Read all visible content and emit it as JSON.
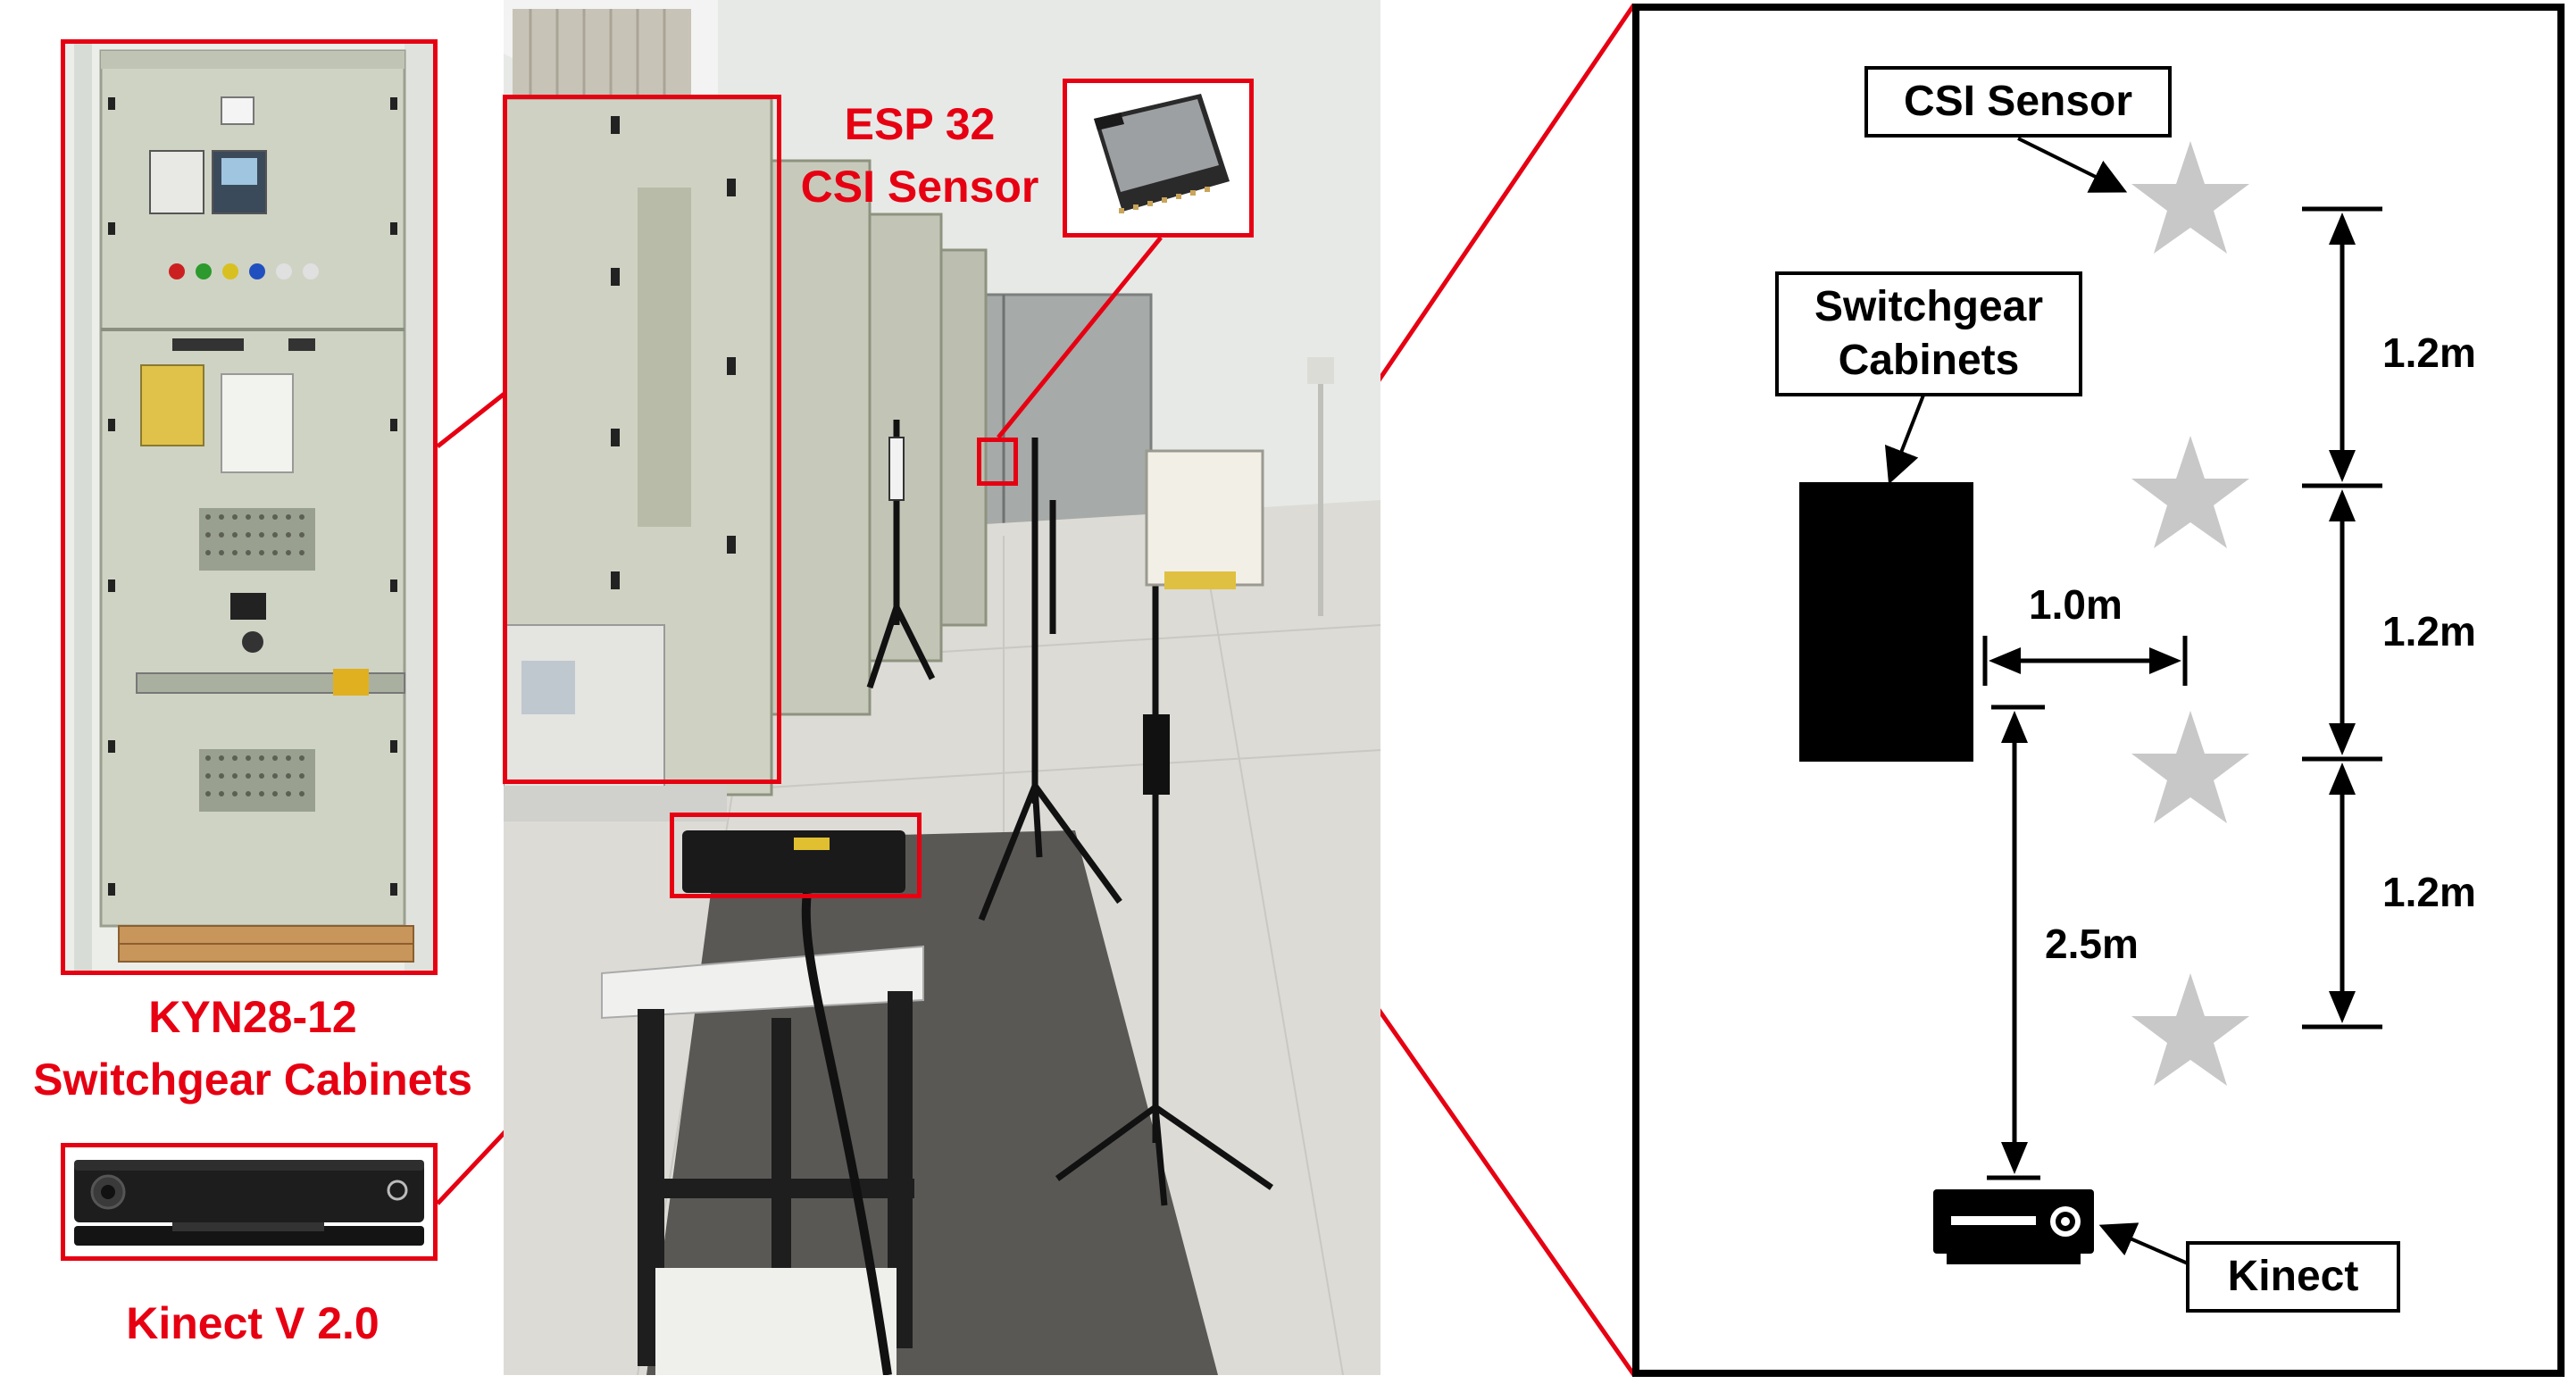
{
  "left_panel": {
    "cabinet_caption_line1": "KYN28-12",
    "cabinet_caption_line2": "Switchgear Cabinets",
    "kinect_caption": "Kinect V 2.0"
  },
  "photo": {
    "sensor_caption_line1": "ESP 32",
    "sensor_caption_line2": "CSI Sensor"
  },
  "schematic": {
    "csi_sensor_label": "CSI Sensor",
    "switchgear_label_line1": "Switchgear",
    "switchgear_label_line2": "Cabinets",
    "kinect_label": "Kinect",
    "dim_vertical_1": "1.2m",
    "dim_vertical_2": "1.2m",
    "dim_vertical_3": "1.2m",
    "dim_horizontal": "1.0m",
    "dim_kinect": "2.5m"
  },
  "colors": {
    "highlight": "#e60012",
    "star": "#c8c8c8",
    "cabinet_fill": "#000000"
  }
}
